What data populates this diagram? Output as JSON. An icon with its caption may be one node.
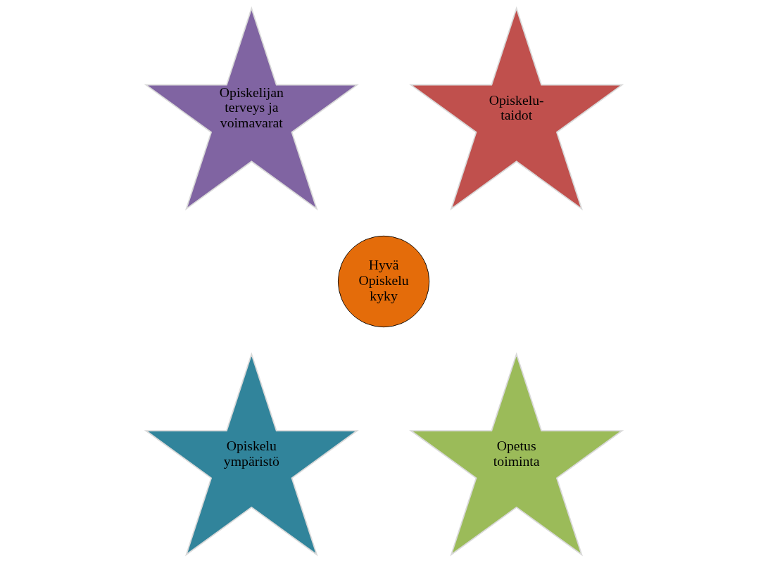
{
  "diagram": {
    "nodes": [
      {
        "text": [
          "Opiskelijan terveys ja voimavarat"
        ]
      },
      {
        "text": [
          "Opiskelu- taidot"
        ]
      },
      {
        "text": [
          "Hyvä Opiskelu kyky"
        ]
      },
      {
        "text": [
          "Opiskelu ympäristö"
        ]
      },
      {
        "text": [
          "Opetus toiminta"
        ]
      }
    ]
  }
}
